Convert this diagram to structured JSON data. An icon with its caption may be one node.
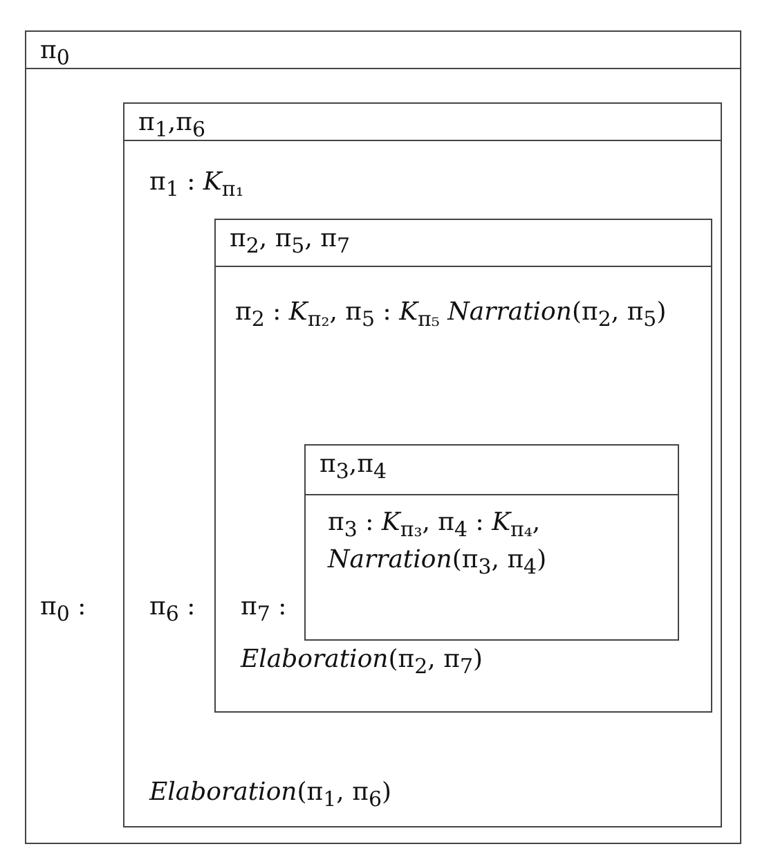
{
  "diagram": {
    "nodes": [
      {
        "text": [
          "π$_{0}$",
          "π$_{0}$ :"
        ]
      },
      {
        "text": [
          "π$_{1}$,π$_{6}$",
          "π$_{1}$ : *K*$_{π₁}$",
          "π$_{6}$ :",
          "*Elaboration*(π$_{1}$, π$_{6}$)"
        ],
        "in": 0
      },
      {
        "text": [
          "π$_{2}$, π$_{5}$, π$_{7}$",
          "π$_{2}$ : *K*$_{π₂}$, π$_{5}$ : *K*$_{π₅}$ *Narration*(π$_{2}$, π$_{5}$)",
          "π$_{7}$ :",
          "*Elaboration*(π$_{2}$, π$_{7}$)"
        ],
        "in": 1
      },
      {
        "text": [
          "π$_{3}$,π$_{4}$",
          "π$_{3}$ : *K*$_{π₃}$, π$_{4}$ : *K*$_{π₄}$, *Narration*(π$_{3}$, π$_{4}$)"
        ],
        "in": 2
      }
    ]
  }
}
